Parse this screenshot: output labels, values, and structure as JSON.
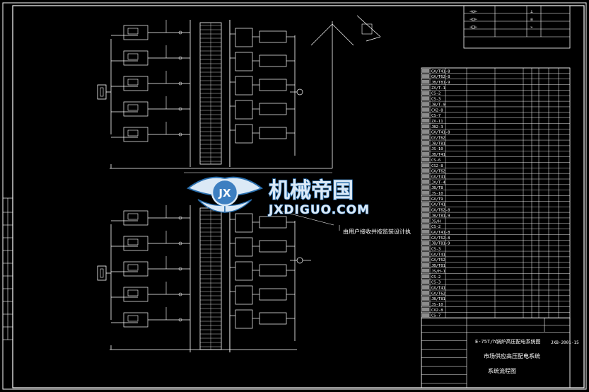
{
  "watermark": {
    "brand": "机械帝国",
    "url": "JXDIGUO.COM",
    "badge": "JX"
  },
  "note": "由用户接收并按监装设计执",
  "title_block": {
    "drawing_name": "E-75T/h锅炉高压配电系统图",
    "project": "市场供应高压配电系统",
    "subtitle": "系统流程图",
    "drawing_no": "JXB-2001-15"
  },
  "bom": [
    "GX/T41-8",
    "GX/T62-8",
    "JB/T81-9",
    "ZX/T-1",
    "CS-2",
    "CS-3",
    "JB/T-9",
    "CX2-8",
    "CS-7",
    "ZX-11",
    "JB2-3",
    "GX/T41-8",
    "GY/T62",
    "JB/T81",
    "JS-10",
    "JB/T41",
    "CS-6",
    "CS2-8",
    "GX/T62",
    "GX/T41",
    "JX/T-4",
    "JB/T8",
    "JS-10",
    "GX/T9",
    "GX/T41",
    "GX/T62-8",
    "JB/T81-9",
    "JS/H",
    "CS-2",
    "GX/T41-8",
    "GX/T62-8",
    "JB/T81-9",
    "CS-3",
    "GX/T41",
    "GX/T62",
    "JB/T81",
    "JS/H-1",
    "CS-2",
    "CS-3",
    "GX/T41",
    "GX/T62",
    "JB/T81",
    "JS-10",
    "CX2-8",
    "CS-7"
  ],
  "colors": {
    "line": "#ffffff",
    "text": "#ffffff",
    "watermark_fill": "#dbe9f6",
    "watermark_stroke": "#2a6fae",
    "badge_bg": "#3d7fc1"
  }
}
